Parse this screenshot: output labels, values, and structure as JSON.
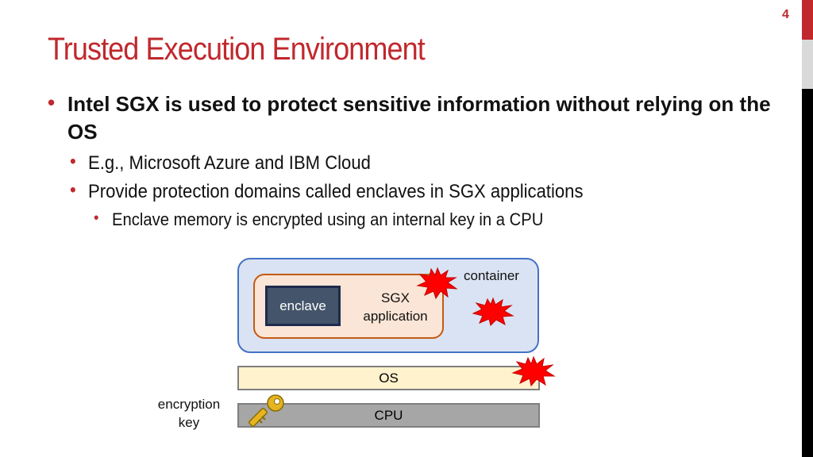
{
  "slide": {
    "page_number": "4",
    "title": "Trusted Execution Environment",
    "accent_color": "#c0282d"
  },
  "bullets": {
    "level1": "Intel SGX is used to protect sensitive information without relying on the OS",
    "level2": [
      "E.g., Microsoft Azure and IBM Cloud",
      "Provide protection domains called enclaves in SGX applications"
    ],
    "level3": "Enclave memory is encrypted using an internal key in a CPU"
  },
  "diagram": {
    "container_label": "container",
    "sgx_label_line1": "SGX",
    "sgx_label_line2": "application",
    "enclave_label": "enclave",
    "os_label": "OS",
    "cpu_label": "CPU",
    "key_label_line1": "encryption",
    "key_label_line2": "key",
    "icons": [
      "attack-burst-icon",
      "key-icon"
    ]
  }
}
